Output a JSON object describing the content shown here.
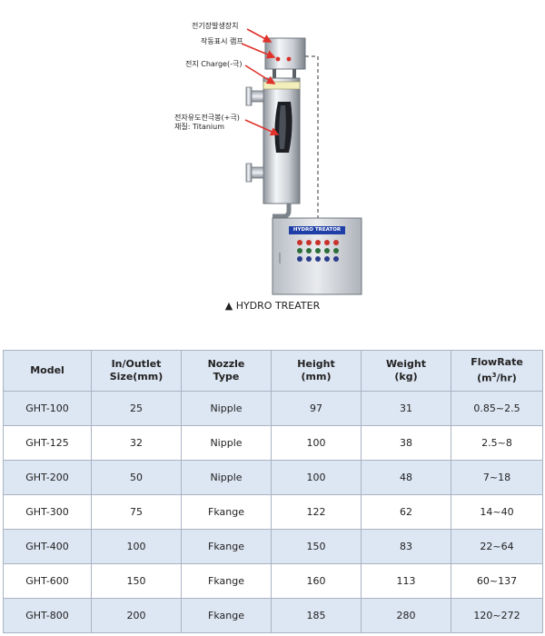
{
  "figure": {
    "labels": {
      "generator": "전기장발생장치",
      "lamp": "작동표시 램프",
      "charge": "전지 Charge(-극)",
      "electrode": "전자유도전극봉(+극)",
      "material": "재질: Titanium"
    },
    "panel_title": "HYDRO TREATOR",
    "caption": "▲ HYDRO TREATER",
    "colors": {
      "arrow": "#e0312a",
      "panel_header": "#1f3fa8",
      "table_header_bg": "#dde6f3",
      "table_border": "#aab3c2"
    }
  },
  "table": {
    "headers": {
      "model": "Model",
      "inlet_1": "In/Outlet",
      "inlet_2": "Size(mm)",
      "nozzle_1": "Nozzle",
      "nozzle_2": "Type",
      "height_1": "Height",
      "height_2": "(mm)",
      "weight_1": "Weight",
      "weight_2": "(kg)",
      "flow_1": "FlowRate",
      "flow_2a": "(m",
      "flow_sup": "3",
      "flow_2b": "/hr)"
    },
    "rows": [
      [
        "GHT-100",
        "25",
        "Nipple",
        "97",
        "31",
        "0.85~2.5"
      ],
      [
        "GHT-125",
        "32",
        "Nipple",
        "100",
        "38",
        "2.5~8"
      ],
      [
        "GHT-200",
        "50",
        "Nipple",
        "100",
        "48",
        "7~18"
      ],
      [
        "GHT-300",
        "75",
        "Fkange",
        "122",
        "62",
        "14~40"
      ],
      [
        "GHT-400",
        "100",
        "Fkange",
        "150",
        "83",
        "22~64"
      ],
      [
        "GHT-600",
        "150",
        "Fkange",
        "160",
        "113",
        "60~137"
      ],
      [
        "GHT-800",
        "200",
        "Fkange",
        "185",
        "280",
        "120~272"
      ]
    ]
  }
}
